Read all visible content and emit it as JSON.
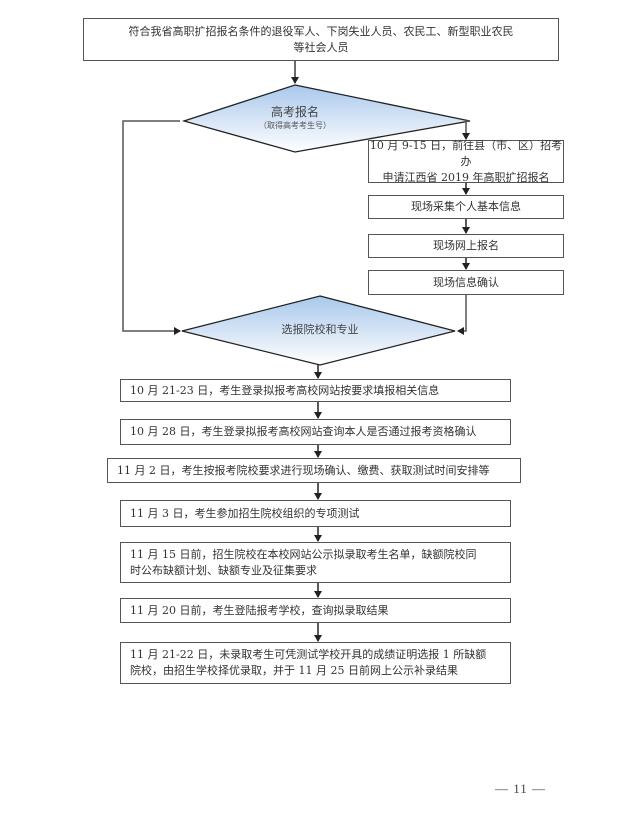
{
  "flowchart": {
    "start": {
      "line1": "符合我省高职扩招报名条件的退役军人、下岗失业人员、农民工、新型职业农民",
      "line2": "等社会人员"
    },
    "decision_register": {
      "title": "高考报名",
      "subtitle": "（取得高考考生号）"
    },
    "branch_steps": [
      {
        "line1": "10 月 9-15 日，前往县（市、区）招考办",
        "line2": "申请江西省 2019 年高职扩招报名"
      },
      {
        "line1": "现场采集个人基本信息"
      },
      {
        "line1": "现场网上报名"
      },
      {
        "line1": "现场信息确认"
      }
    ],
    "decision_choose": {
      "title": "选报院校和专业"
    },
    "timeline_steps": [
      {
        "line1": "10 月 21-23 日，考生登录拟报考高校网站按要求填报相关信息"
      },
      {
        "line1": "10 月 28 日，考生登录拟报考高校网站查询本人是否通过报考资格确认"
      },
      {
        "line1": "11 月 2 日，考生按报考院校要求进行现场确认、缴费、获取测试时间安排等"
      },
      {
        "line1": "11 月 3 日，考生参加招生院校组织的专项测试"
      },
      {
        "line1": "11 月 15 日前，招生院校在本校网站公示拟录取考生名单，缺额院校同",
        "line2": "时公布缺额计划、缺额专业及征集要求"
      },
      {
        "line1": "11 月 20 日前，考生登陆报考学校，查询拟录取结果"
      },
      {
        "line1": "11 月 21-22 日，未录取考生可凭测试学校开具的成绩证明选报 1 所缺额",
        "line2": "院校，由招生学校择优录取，并于 11 月 25 日前网上公示补录结果"
      }
    ]
  },
  "footer": {
    "page_number": "— 11 —"
  },
  "colors": {
    "line": "#3a3a3a",
    "box_border": "#555555",
    "diamond_top": "#a9c8ec",
    "diamond_bottom": "#ffffff"
  }
}
